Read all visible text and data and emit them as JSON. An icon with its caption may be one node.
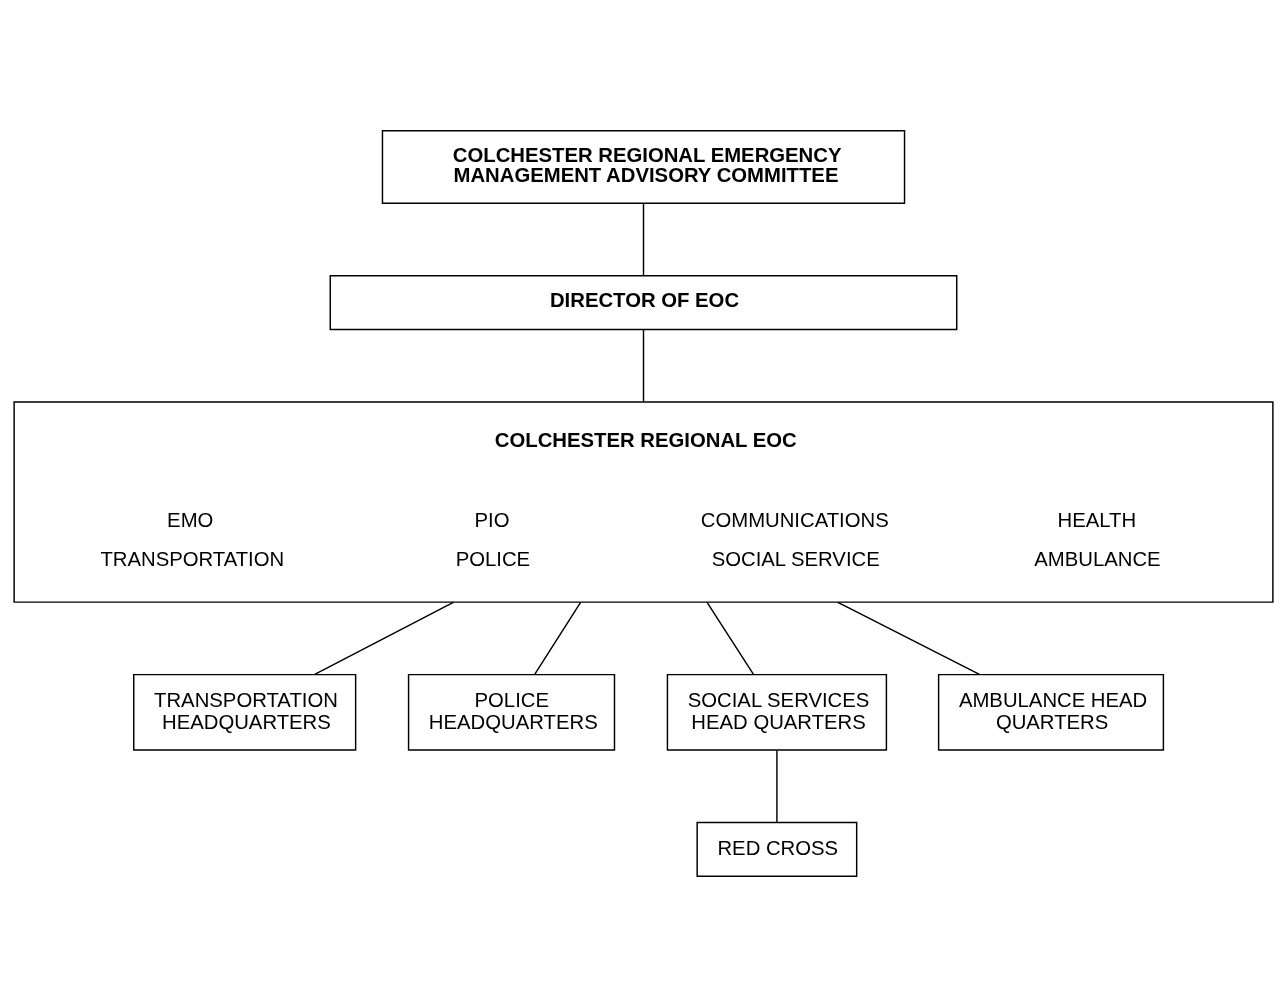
{
  "diagram": {
    "nodes": [
      {
        "text": [
          "COLCHESTER REGIONAL EMERGENCY MANAGEMENT ADVISORY COMMITTEE"
        ]
      },
      {
        "text": [
          "DIRECTOR OF EOC"
        ]
      },
      {
        "text": [
          "COLCHESTER REGIONAL EOC",
          "EMO",
          "PIO",
          "COMMUNICATIONS",
          "HEALTH",
          "TRANSPORTATION",
          "POLICE",
          "SOCIAL SERVICE",
          "AMBULANCE"
        ]
      },
      {
        "text": [
          "TRANSPORTATION HEADQUARTERS"
        ]
      },
      {
        "text": [
          "POLICE HEADQUARTERS"
        ]
      },
      {
        "text": [
          "SOCIAL SERVICES HEAD QUARTERS"
        ]
      },
      {
        "text": [
          "AMBULANCE HEAD QUARTERS"
        ]
      },
      {
        "text": [
          "RED CROSS"
        ]
      }
    ],
    "edges": [
      {
        "from": 0,
        "to": 1,
        "arrow": "none"
      },
      {
        "from": 1,
        "to": 2,
        "arrow": "none"
      },
      {
        "from": 2,
        "to": 3,
        "arrow": "none"
      },
      {
        "from": 2,
        "to": 4,
        "arrow": "none"
      },
      {
        "from": 2,
        "to": 5,
        "arrow": "none"
      },
      {
        "from": 2,
        "to": 6,
        "arrow": "none"
      },
      {
        "from": 5,
        "to": 7,
        "arrow": "none"
      }
    ]
  }
}
